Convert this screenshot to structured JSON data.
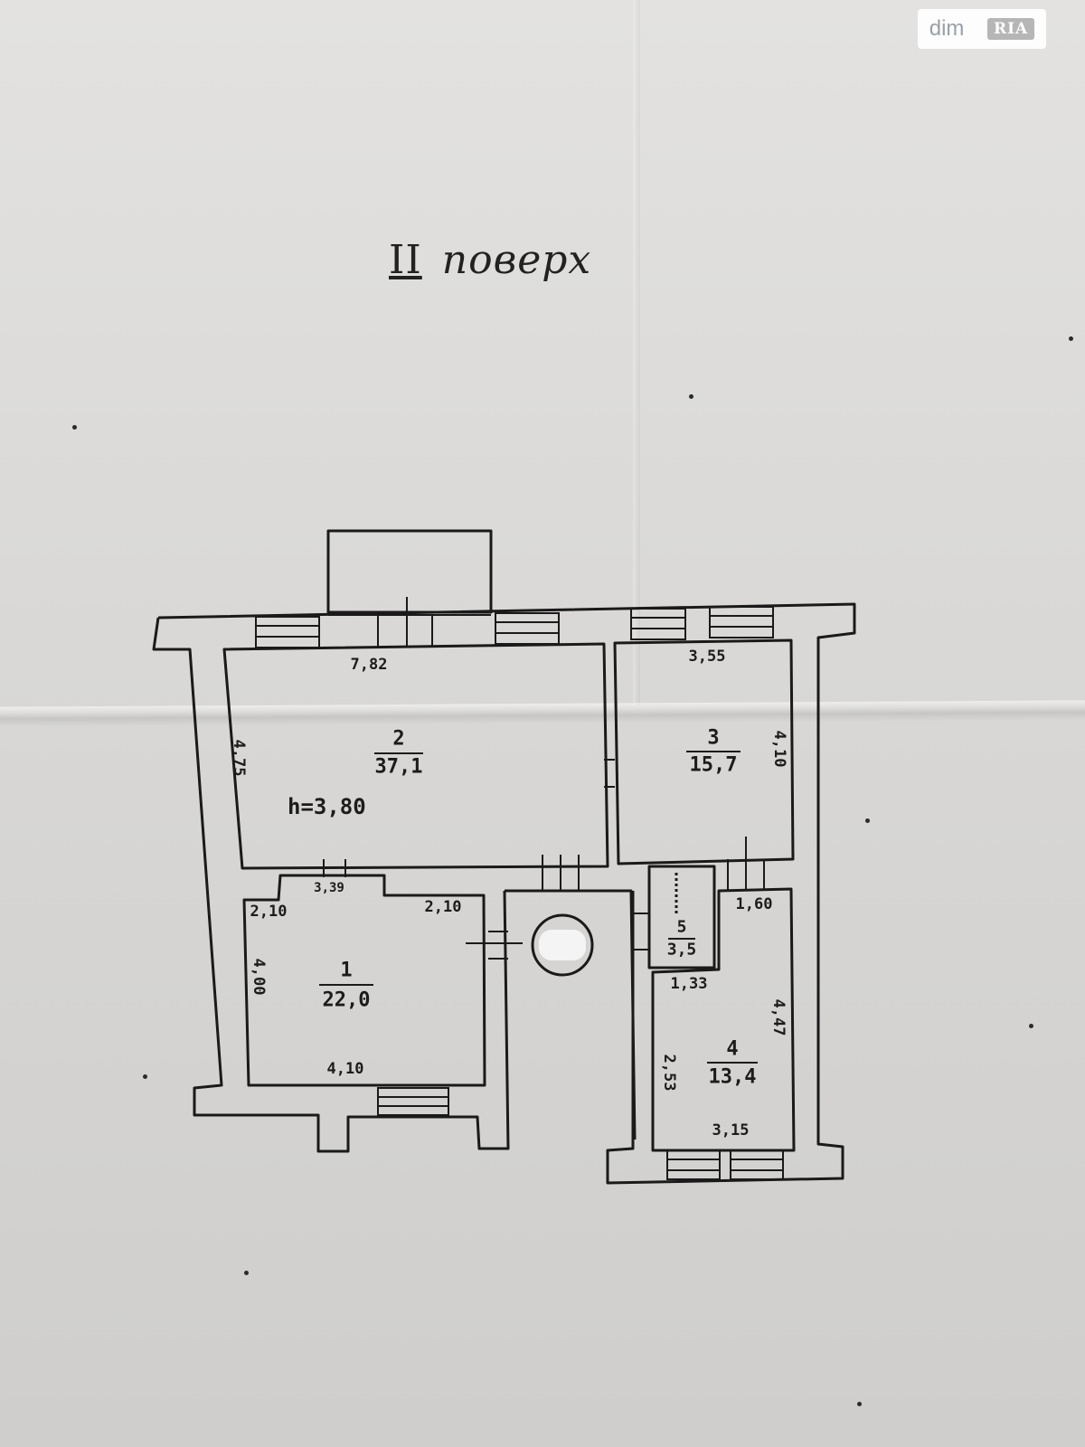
{
  "floor_title": {
    "roman": "ІІ",
    "word": "поверх"
  },
  "watermark": {
    "left": "dim",
    "right": "RIA"
  },
  "ceiling_height": "h=3,80",
  "rooms": [
    {
      "number": "1",
      "area": "22,0"
    },
    {
      "number": "2",
      "area": "37,1"
    },
    {
      "number": "3",
      "area": "15,7"
    },
    {
      "number": "4",
      "area": "13,4"
    },
    {
      "number": "5",
      "area": "3,5"
    }
  ],
  "dimensions": {
    "room2_width": "7,82",
    "room2_depth": "4,75",
    "room3_width": "3,55",
    "room3_depth": "4,10",
    "room1_top": "3,39",
    "room1_left_top": "2,10",
    "room1_right_top": "2,10",
    "room1_depth": "4,00",
    "room1_bottom": "4,10",
    "room4_top": "1,60",
    "room5_bottom": "1,33",
    "room4_depth": "4,47",
    "room4_left": "2,53",
    "room4_bottom": "3,15"
  }
}
